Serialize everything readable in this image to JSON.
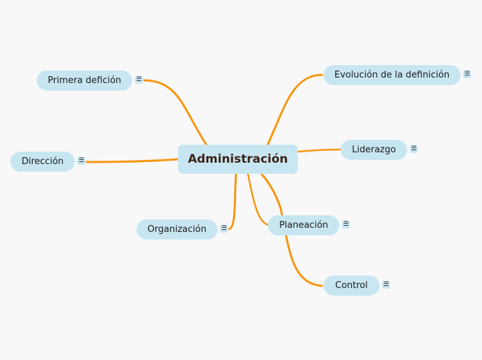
{
  "central": {
    "label": "Administración"
  },
  "branches": [
    {
      "id": "primera",
      "label": "Primera defición",
      "note_icon": "notes-icon"
    },
    {
      "id": "evolucion",
      "label": "Evolución de la definición",
      "note_icon": "notes-icon"
    },
    {
      "id": "direccion",
      "label": "Dirección",
      "note_icon": "notes-icon"
    },
    {
      "id": "liderazgo",
      "label": "Liderazgo",
      "note_icon": "notes-icon"
    },
    {
      "id": "organizacion",
      "label": "Organización",
      "note_icon": "notes-icon"
    },
    {
      "id": "planeacion",
      "label": "Planeación",
      "note_icon": "notes-icon"
    },
    {
      "id": "control",
      "label": "Control",
      "note_icon": "notes-icon"
    }
  ],
  "colors": {
    "link": "#f7960f",
    "node": "#c8e6f2",
    "central_text": "#3a2418"
  },
  "note_glyph": "☰"
}
